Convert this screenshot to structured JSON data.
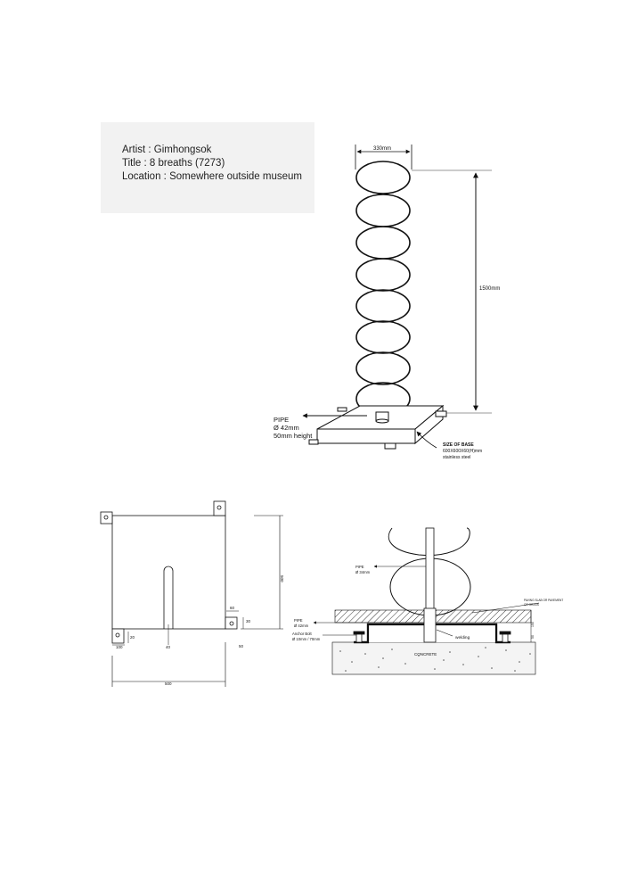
{
  "info": {
    "artist": "Artist : Gimhongsok",
    "title": "Title : 8 breaths (7273)",
    "location": "Location : Somewhere outside museum"
  },
  "elevation": {
    "width_dim": "330mm",
    "height_dim": "1500mm",
    "pipe_label": "PIPE",
    "pipe_diameter": "Ø 42mm",
    "pipe_height": "50mm height",
    "base_label": "SIZE OF BASE",
    "base_size": "600X600X60(H)mm",
    "base_material": "stainless steel"
  },
  "plan": {
    "dim_total": "500",
    "dim_side": "500",
    "dim_60": "60",
    "dim_30": "30",
    "dim_50": "50",
    "dim_40": "40",
    "dim_100": "100",
    "dim_20": "20"
  },
  "section": {
    "pipe_small_label": "PIPE",
    "pipe_small_diameter": "Ø 34mm",
    "pipe_large_label": "PIPE",
    "pipe_large_diameter": "Ø 42mm",
    "anchor_label": "Anchor Bolt",
    "anchor_size": "Ø 10mm / 70mm",
    "welding_label": "welding",
    "concrete_label": "CONCRETE",
    "ground_label": "PAVING SLAB OR PAVEMENT",
    "ground_label2": "OR GRASS",
    "dim_150": "150",
    "dim_50": "50"
  }
}
